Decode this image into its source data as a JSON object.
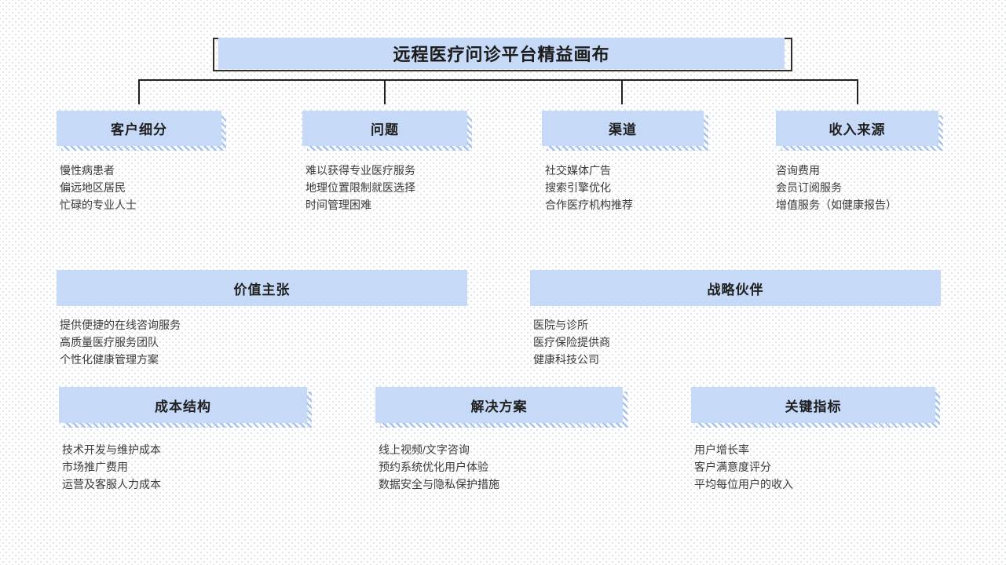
{
  "slide": {
    "title": "远程医疗问诊平台精益画布"
  },
  "colors": {
    "box_fill": "#c6d9f7",
    "hatch_stripe": "#a5c2f0",
    "connector_line": "#222222",
    "title_frame": "#2e2e2e",
    "background_dot": "#dfe3ec"
  },
  "sections": {
    "customer_segments": {
      "title": "客户细分",
      "items": [
        "慢性病患者",
        "偏远地区居民",
        "忙碌的专业人士"
      ]
    },
    "problems": {
      "title": "问题",
      "items": [
        "难以获得专业医疗服务",
        "地理位置限制就医选择",
        "时间管理困难"
      ]
    },
    "channels": {
      "title": "渠道",
      "items": [
        "社交媒体广告",
        "搜索引擎优化",
        "合作医疗机构推荐"
      ]
    },
    "revenue_streams": {
      "title": "收入来源",
      "items": [
        "咨询费用",
        "会员订阅服务",
        "增值服务（如健康报告）"
      ]
    },
    "value_proposition": {
      "title": "价值主张",
      "items": [
        "提供便捷的在线咨询服务",
        "高质量医疗服务团队",
        "个性化健康管理方案"
      ]
    },
    "strategic_partners": {
      "title": "战略伙伴",
      "items": [
        "医院与诊所",
        "医疗保险提供商",
        "健康科技公司"
      ]
    },
    "cost_structure": {
      "title": "成本结构",
      "items": [
        "技术开发与维护成本",
        "市场推广费用",
        "运营及客服人力成本"
      ]
    },
    "solution": {
      "title": "解决方案",
      "items": [
        "线上视频/文字咨询",
        "预约系统优化用户体验",
        "数据安全与隐私保护措施"
      ]
    },
    "key_metrics": {
      "title": "关键指标",
      "items": [
        "用户增长率",
        "客户满意度评分",
        "平均每位用户的收入"
      ]
    }
  }
}
